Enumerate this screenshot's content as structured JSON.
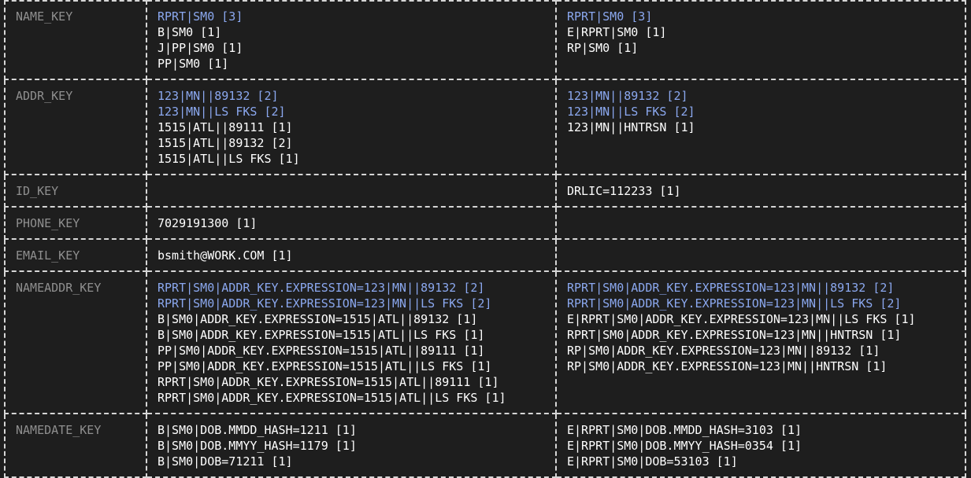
{
  "rows": [
    {
      "key": "NAME_KEY",
      "left": [
        {
          "text": "RPRT|SM0 [3]",
          "match": true
        },
        {
          "text": "B|SM0 [1]",
          "match": false
        },
        {
          "text": "J|PP|SM0 [1]",
          "match": false
        },
        {
          "text": "PP|SM0 [1]",
          "match": false
        }
      ],
      "right": [
        {
          "text": "RPRT|SM0 [3]",
          "match": true
        },
        {
          "text": "E|RPRT|SM0 [1]",
          "match": false
        },
        {
          "text": "RP|SM0 [1]",
          "match": false
        }
      ]
    },
    {
      "key": "ADDR_KEY",
      "left": [
        {
          "text": "123|MN||89132 [2]",
          "match": true
        },
        {
          "text": "123|MN||LS FKS [2]",
          "match": true
        },
        {
          "text": "1515|ATL||89111 [1]",
          "match": false
        },
        {
          "text": "1515|ATL||89132 [2]",
          "match": false
        },
        {
          "text": "1515|ATL||LS FKS [1]",
          "match": false
        }
      ],
      "right": [
        {
          "text": "123|MN||89132 [2]",
          "match": true
        },
        {
          "text": "123|MN||LS FKS [2]",
          "match": true
        },
        {
          "text": "123|MN||HNTRSN [1]",
          "match": false
        }
      ]
    },
    {
      "key": "ID_KEY",
      "left": [],
      "right": [
        {
          "text": "DRLIC=112233 [1]",
          "match": false
        }
      ]
    },
    {
      "key": "PHONE_KEY",
      "left": [
        {
          "text": "7029191300 [1]",
          "match": false
        }
      ],
      "right": []
    },
    {
      "key": "EMAIL_KEY",
      "left": [
        {
          "text": "bsmith@WORK.COM [1]",
          "match": false
        }
      ],
      "right": []
    },
    {
      "key": "NAMEADDR_KEY",
      "left": [
        {
          "text": "RPRT|SM0|ADDR_KEY.EXPRESSION=123|MN||89132 [2]",
          "match": true
        },
        {
          "text": "RPRT|SM0|ADDR_KEY.EXPRESSION=123|MN||LS FKS [2]",
          "match": true
        },
        {
          "text": "B|SM0|ADDR_KEY.EXPRESSION=1515|ATL||89132 [1]",
          "match": false
        },
        {
          "text": "B|SM0|ADDR_KEY.EXPRESSION=1515|ATL||LS FKS [1]",
          "match": false
        },
        {
          "text": "PP|SM0|ADDR_KEY.EXPRESSION=1515|ATL||89111 [1]",
          "match": false
        },
        {
          "text": "PP|SM0|ADDR_KEY.EXPRESSION=1515|ATL||LS FKS [1]",
          "match": false
        },
        {
          "text": "RPRT|SM0|ADDR_KEY.EXPRESSION=1515|ATL||89111 [1]",
          "match": false
        },
        {
          "text": "RPRT|SM0|ADDR_KEY.EXPRESSION=1515|ATL||LS FKS [1]",
          "match": false
        }
      ],
      "right": [
        {
          "text": "RPRT|SM0|ADDR_KEY.EXPRESSION=123|MN||89132 [2]",
          "match": true
        },
        {
          "text": "RPRT|SM0|ADDR_KEY.EXPRESSION=123|MN||LS FKS [2]",
          "match": true
        },
        {
          "text": "E|RPRT|SM0|ADDR_KEY.EXPRESSION=123|MN||LS FKS [1]",
          "match": false
        },
        {
          "text": "RPRT|SM0|ADDR_KEY.EXPRESSION=123|MN||HNTRSN [1]",
          "match": false
        },
        {
          "text": "RP|SM0|ADDR_KEY.EXPRESSION=123|MN||89132 [1]",
          "match": false
        },
        {
          "text": "RP|SM0|ADDR_KEY.EXPRESSION=123|MN||HNTRSN [1]",
          "match": false
        }
      ]
    },
    {
      "key": "NAMEDATE_KEY",
      "left": [
        {
          "text": "B|SM0|DOB.MMDD_HASH=1211 [1]",
          "match": false
        },
        {
          "text": "B|SM0|DOB.MMYY_HASH=1179 [1]",
          "match": false
        },
        {
          "text": "B|SM0|DOB=71211 [1]",
          "match": false
        }
      ],
      "right": [
        {
          "text": "E|RPRT|SM0|DOB.MMDD_HASH=3103 [1]",
          "match": false
        },
        {
          "text": "E|RPRT|SM0|DOB.MMYY_HASH=0354 [1]",
          "match": false
        },
        {
          "text": "E|RPRT|SM0|DOB=53103 [1]",
          "match": false
        }
      ]
    }
  ],
  "colors": {
    "background": "#1e1e1e",
    "key_text": "#8f8f8f",
    "value_text": "#ffffff",
    "match_text": "#8ba8ef",
    "border": "#d6d6d6"
  }
}
